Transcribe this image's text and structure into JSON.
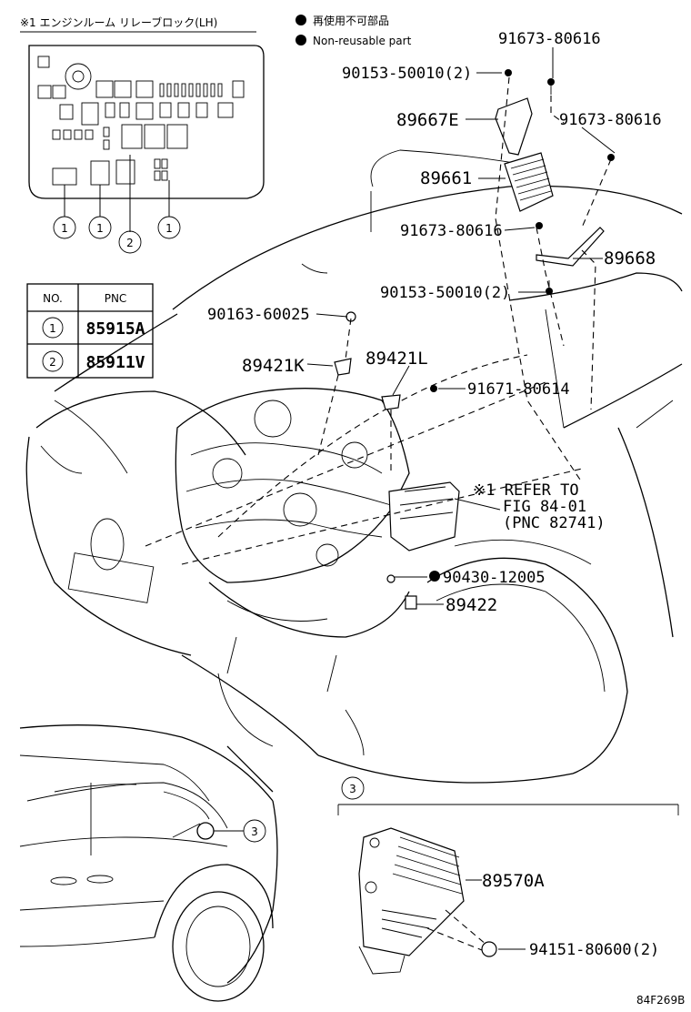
{
  "relay_block": {
    "title": "※1 エンジンルーム リレーブロック(LH)",
    "callouts": [
      "1",
      "1",
      "2",
      "1"
    ]
  },
  "legend": {
    "non_reusable_jp": "再使用不可部品",
    "non_reusable_en": "Non-reusable part"
  },
  "pnc_table": {
    "headers": [
      "NO.",
      "PNC"
    ],
    "rows": [
      {
        "no": "1",
        "pnc": "85915A"
      },
      {
        "no": "2",
        "pnc": "85911V"
      }
    ]
  },
  "parts": {
    "p_91673_top": "91673-80616",
    "p_90153_top": "90153-50010(2)",
    "p_89667e": "89667E",
    "p_91673_mid": "91673-80616",
    "p_89661": "89661",
    "p_91673_low": "91673-80616",
    "p_89668": "89668",
    "p_90153_low": "90153-50010(2)",
    "p_90163": "90163-60025",
    "p_89421k": "89421K",
    "p_89421l": "89421L",
    "p_91671": "91671-80614",
    "p_90430": "90430-12005",
    "p_89422": "89422",
    "p_89570a": "89570A",
    "p_94151": "94151-80600(2)"
  },
  "refer": {
    "line1": "※1 REFER TO",
    "line2": "FIG 84-01",
    "line3": "(PNC 82741)"
  },
  "detail": {
    "callout": "3",
    "car_callout": "3"
  },
  "figure_code": "84F269B"
}
